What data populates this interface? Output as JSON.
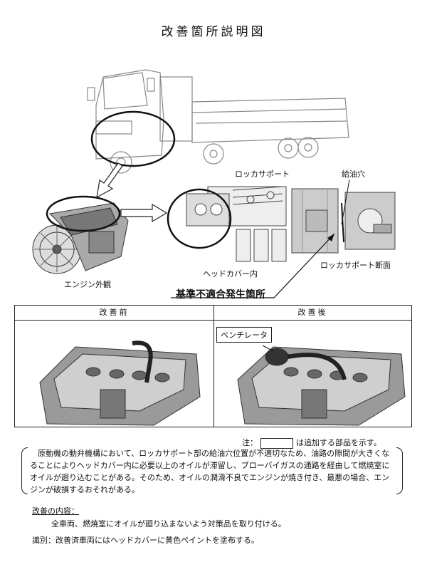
{
  "title": "改善箇所説明図",
  "labels": {
    "rocker_support": "ロッカサポート",
    "oil_hole": "給油穴",
    "engine_exterior": "エンジン外観",
    "head_cover_inside": "ヘッドカバー内",
    "rocker_support_section": "ロッカサポート断面",
    "nonconformity_location": "基準不適合発生箇所"
  },
  "comparison": {
    "before_header": "改善前",
    "after_header": "改善後",
    "after_callout": "ベンチレータ"
  },
  "note": {
    "prefix": "注：",
    "suffix": "は追加する部品を示す。"
  },
  "description": "原動機の動弁機構において、ロッカサポート部の給油穴位置が不適切なため、油路の隙間が大きくなることによりヘッドカバー内に必要以上のオイルが滞留し、ブローバイガスの通路を経由して燃焼室にオイルが廻り込むことがある。そのため、オイルの潤滑不良でエンジンが焼き付き、最悪の場合、エンジンが破損するおそれがある。",
  "improvement": {
    "heading": "改善の内容：",
    "body": "全車両、燃焼室にオイルが廻り込まないよう対策品を取り付ける。"
  },
  "identification": "識別：改善済車両にはヘッドカバーに黄色ペイントを塗布する。"
}
